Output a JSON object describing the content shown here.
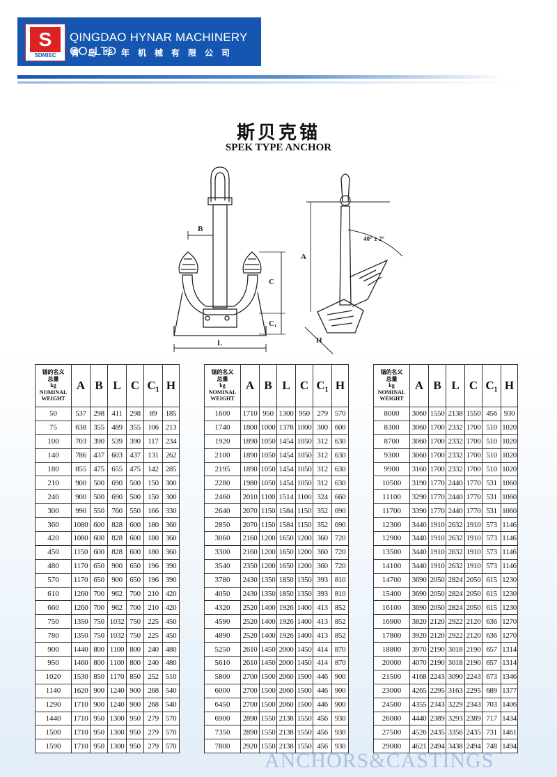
{
  "company": {
    "logo_text": "SDMIEC",
    "name_en": "QINGDAO HYNAR MACHINERY CO.,LTD",
    "name_cn": "青岛华年机械有限公司"
  },
  "title": {
    "cn": "斯贝克锚",
    "en": "SPEK TYPE ANCHOR"
  },
  "drawing_labels": {
    "b": "B",
    "c": "C",
    "c1": "C₁",
    "l": "L",
    "a": "A",
    "h": "H",
    "angle": "40° ± 2°"
  },
  "table": {
    "weight_header": [
      "锚的名义",
      "总量",
      "kg",
      "NOMINAL",
      "WEIGHT"
    ],
    "columns": [
      "A",
      "B",
      "L",
      "C",
      "C₁",
      "H"
    ],
    "rows": [
      [
        "50",
        "537",
        "298",
        "411",
        "298",
        "89",
        "185"
      ],
      [
        "75",
        "638",
        "355",
        "489",
        "355",
        "106",
        "213"
      ],
      [
        "100",
        "703",
        "390",
        "539",
        "390",
        "117",
        "234"
      ],
      [
        "140",
        "786",
        "437",
        "603",
        "437",
        "131",
        "262"
      ],
      [
        "180",
        "855",
        "475",
        "655",
        "475",
        "142",
        "285"
      ],
      [
        "210",
        "900",
        "500",
        "690",
        "500",
        "150",
        "300"
      ],
      [
        "240",
        "900",
        "500",
        "690",
        "500",
        "150",
        "300"
      ],
      [
        "300",
        "990",
        "550",
        "760",
        "550",
        "166",
        "330"
      ],
      [
        "360",
        "1080",
        "600",
        "828",
        "600",
        "180",
        "360"
      ],
      [
        "420",
        "1080",
        "600",
        "828",
        "600",
        "180",
        "360"
      ],
      [
        "450",
        "1150",
        "600",
        "828",
        "600",
        "180",
        "360"
      ],
      [
        "480",
        "1170",
        "650",
        "900",
        "650",
        "196",
        "390"
      ],
      [
        "570",
        "1170",
        "650",
        "900",
        "650",
        "196",
        "390"
      ],
      [
        "610",
        "1260",
        "700",
        "962",
        "700",
        "210",
        "420"
      ],
      [
        "660",
        "1260",
        "700",
        "962",
        "700",
        "210",
        "420"
      ],
      [
        "750",
        "1350",
        "750",
        "1032",
        "750",
        "225",
        "450"
      ],
      [
        "780",
        "1350",
        "750",
        "1032",
        "750",
        "225",
        "450"
      ],
      [
        "900",
        "1440",
        "800",
        "1100",
        "800",
        "240",
        "480"
      ],
      [
        "950",
        "1460",
        "800",
        "1100",
        "800",
        "240",
        "480"
      ],
      [
        "1020",
        "1530",
        "850",
        "1170",
        "850",
        "252",
        "510"
      ],
      [
        "1140",
        "1620",
        "900",
        "1240",
        "900",
        "268",
        "540"
      ],
      [
        "1290",
        "1710",
        "900",
        "1240",
        "900",
        "268",
        "540"
      ],
      [
        "1440",
        "1710",
        "950",
        "1300",
        "950",
        "279",
        "570"
      ],
      [
        "1500",
        "1710",
        "950",
        "1300",
        "950",
        "279",
        "570"
      ],
      [
        "1590",
        "1710",
        "950",
        "1300",
        "950",
        "279",
        "570"
      ],
      [
        "1600",
        "1710",
        "950",
        "1300",
        "950",
        "279",
        "570"
      ],
      [
        "1740",
        "1800",
        "1000",
        "1378",
        "1000",
        "300",
        "600"
      ],
      [
        "1920",
        "1890",
        "1050",
        "1454",
        "1050",
        "312",
        "630"
      ],
      [
        "2100",
        "1890",
        "1050",
        "1454",
        "1050",
        "312",
        "630"
      ],
      [
        "2195",
        "1890",
        "1050",
        "1454",
        "1050",
        "312",
        "630"
      ],
      [
        "2280",
        "1980",
        "1050",
        "1454",
        "1050",
        "312",
        "630"
      ],
      [
        "2460",
        "2010",
        "1100",
        "1514",
        "1100",
        "324",
        "660"
      ],
      [
        "2640",
        "2070",
        "1150",
        "1584",
        "1150",
        "352",
        "690"
      ],
      [
        "2850",
        "2070",
        "1150",
        "1584",
        "1150",
        "352",
        "690"
      ],
      [
        "3060",
        "2160",
        "1200",
        "1650",
        "1200",
        "360",
        "720"
      ],
      [
        "3300",
        "2160",
        "1200",
        "1650",
        "1200",
        "360",
        "720"
      ],
      [
        "3540",
        "2350",
        "1200",
        "1650",
        "1200",
        "360",
        "720"
      ],
      [
        "3780",
        "2430",
        "1350",
        "1850",
        "1350",
        "393",
        "810"
      ],
      [
        "4050",
        "2430",
        "1350",
        "1850",
        "1350",
        "393",
        "810"
      ],
      [
        "4320",
        "2520",
        "1400",
        "1926",
        "1400",
        "413",
        "852"
      ],
      [
        "4590",
        "2520",
        "1400",
        "1926",
        "1400",
        "413",
        "852"
      ],
      [
        "4890",
        "2520",
        "1400",
        "1926",
        "1400",
        "413",
        "852"
      ],
      [
        "5250",
        "2610",
        "1450",
        "2000",
        "1450",
        "414",
        "870"
      ],
      [
        "5610",
        "2610",
        "1450",
        "2000",
        "1450",
        "414",
        "870"
      ],
      [
        "5800",
        "2700",
        "1500",
        "2060",
        "1500",
        "446",
        "900"
      ],
      [
        "6000",
        "2700",
        "1500",
        "2060",
        "1500",
        "446",
        "900"
      ],
      [
        "6450",
        "2700",
        "1500",
        "2060",
        "1500",
        "446",
        "900"
      ],
      [
        "6900",
        "2890",
        "1550",
        "2138",
        "1550",
        "456",
        "930"
      ],
      [
        "7350",
        "2890",
        "1550",
        "2138",
        "1550",
        "456",
        "930"
      ],
      [
        "7800",
        "2920",
        "1550",
        "2138",
        "1550",
        "456",
        "930"
      ],
      [
        "8000",
        "3060",
        "1550",
        "2138",
        "1550",
        "456",
        "930"
      ],
      [
        "8300",
        "3060",
        "1700",
        "2332",
        "1700",
        "510",
        "1020"
      ],
      [
        "8700",
        "3060",
        "1700",
        "2332",
        "1700",
        "510",
        "1020"
      ],
      [
        "9300",
        "3060",
        "1700",
        "2332",
        "1700",
        "510",
        "1020"
      ],
      [
        "9900",
        "3160",
        "1700",
        "2332",
        "1700",
        "510",
        "1020"
      ],
      [
        "10500",
        "3190",
        "1770",
        "2440",
        "1770",
        "531",
        "1060"
      ],
      [
        "11100",
        "3290",
        "1770",
        "2440",
        "1770",
        "531",
        "1060"
      ],
      [
        "11700",
        "3390",
        "1770",
        "2440",
        "1770",
        "531",
        "1060"
      ],
      [
        "12300",
        "3440",
        "1910",
        "2632",
        "1910",
        "573",
        "1146"
      ],
      [
        "12900",
        "3440",
        "1910",
        "2632",
        "1910",
        "573",
        "1146"
      ],
      [
        "13500",
        "3440",
        "1910",
        "2632",
        "1910",
        "573",
        "1146"
      ],
      [
        "14100",
        "3440",
        "1910",
        "2632",
        "1910",
        "573",
        "1146"
      ],
      [
        "14700",
        "3690",
        "2050",
        "2824",
        "2050",
        "615",
        "1230"
      ],
      [
        "15400",
        "3690",
        "2050",
        "2824",
        "2050",
        "615",
        "1230"
      ],
      [
        "16100",
        "3690",
        "2050",
        "2824",
        "2050",
        "615",
        "1230"
      ],
      [
        "16900",
        "3820",
        "2120",
        "2922",
        "2120",
        "636",
        "1270"
      ],
      [
        "17800",
        "3920",
        "2120",
        "2922",
        "2120",
        "636",
        "1270"
      ],
      [
        "18800",
        "3970",
        "2190",
        "3018",
        "2190",
        "657",
        "1314"
      ],
      [
        "20000",
        "4070",
        "2190",
        "3018",
        "2190",
        "657",
        "1314"
      ],
      [
        "21500",
        "4168",
        "2243",
        "3090",
        "2243",
        "673",
        "1346"
      ],
      [
        "23000",
        "4265",
        "2295",
        "3163",
        "2295",
        "689",
        "1377"
      ],
      [
        "24500",
        "4355",
        "2343",
        "3229",
        "2343",
        "703",
        "1406"
      ],
      [
        "26000",
        "4440",
        "2389",
        "3293",
        "2389",
        "717",
        "1434"
      ],
      [
        "27500",
        "4526",
        "2435",
        "3356",
        "2435",
        "731",
        "1461"
      ],
      [
        "29000",
        "4621",
        "2494",
        "3438",
        "2494",
        "748",
        "1494"
      ]
    ]
  },
  "footer": {
    "text": "ANCHORS&CASTINGS"
  }
}
